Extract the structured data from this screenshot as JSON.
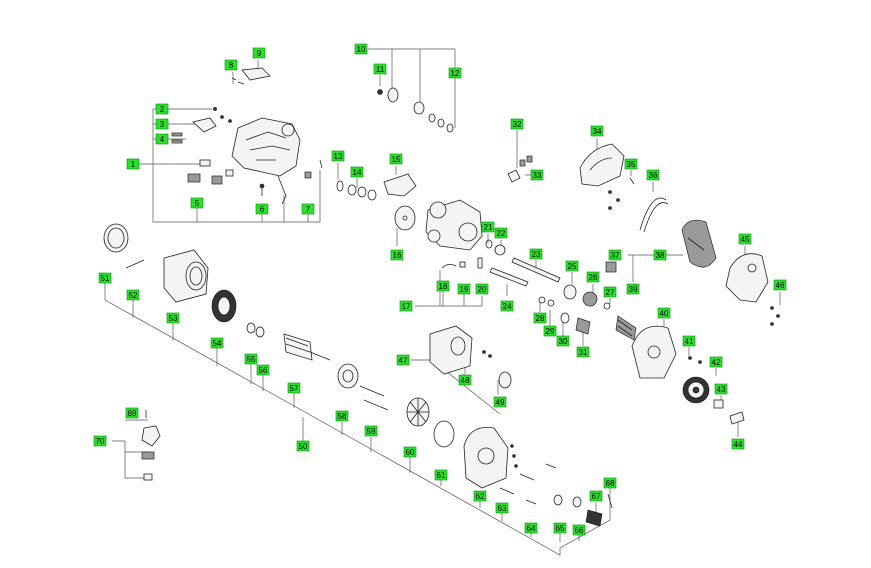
{
  "callouts": [
    "1",
    "2",
    "3",
    "4",
    "5",
    "6",
    "7",
    "8",
    "9",
    "10",
    "11",
    "12",
    "13",
    "14",
    "15",
    "16",
    "17",
    "18",
    "19",
    "20",
    "21",
    "22",
    "23",
    "24",
    "25",
    "26",
    "27",
    "28",
    "29",
    "30",
    "31",
    "32",
    "33",
    "34",
    "35",
    "36",
    "37",
    "38",
    "39",
    "40",
    "41",
    "42",
    "43",
    "44",
    "45",
    "46",
    "47",
    "48",
    "49",
    "50",
    "51",
    "52",
    "53",
    "54",
    "55",
    "56",
    "57",
    "58",
    "59",
    "60",
    "61",
    "62",
    "63",
    "64",
    "65",
    "66",
    "67",
    "68",
    "69",
    "70"
  ]
}
